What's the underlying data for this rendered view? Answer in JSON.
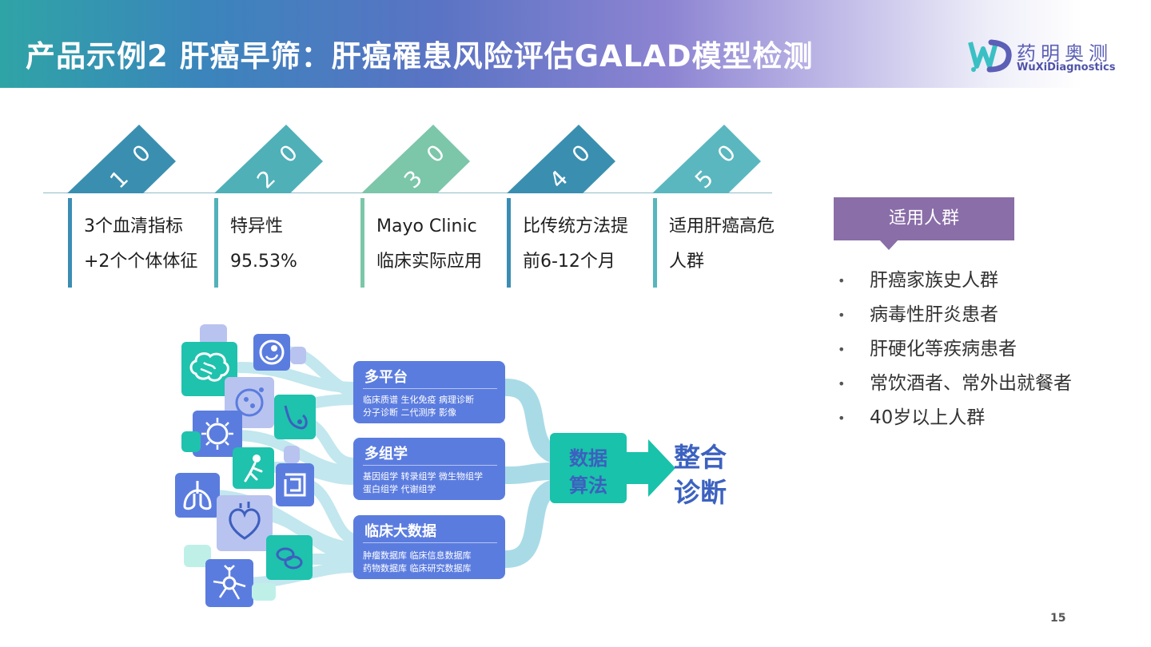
{
  "header": {
    "title": "产品示例2 肝癌早筛：肝癌罹患风险评估GALAD模型检测"
  },
  "logo": {
    "name_cn": "药明奥测",
    "name_en": "WuXiDiagnostics",
    "icon": "wd-logo-icon"
  },
  "tabs": [
    {
      "d1": "0",
      "d2": "1",
      "color": "#3a8fb0"
    },
    {
      "d1": "0",
      "d2": "2",
      "color": "#4fb0b8"
    },
    {
      "d1": "0",
      "d2": "3",
      "color": "#7cc6aa"
    },
    {
      "d1": "0",
      "d2": "4",
      "color": "#3a8fb0"
    },
    {
      "d1": "0",
      "d2": "5",
      "color": "#5ab7bf"
    }
  ],
  "features": [
    {
      "line1": "3个血清指标",
      "line2": "+2个个体体征",
      "bar_color": "#3b8db3"
    },
    {
      "line1": "特异性",
      "line2": "95.53%",
      "bar_color": "#52b1b9"
    },
    {
      "line1": "Mayo Clinic",
      "line2": "临床实际应用",
      "bar_color": "#7cc6aa"
    },
    {
      "line1": "比传统方法提",
      "line2": "前6-12个月",
      "bar_color": "#3b8db3"
    },
    {
      "line1": "适用肝癌高危",
      "line2": "人群",
      "bar_color": "#57b6bd"
    }
  ],
  "target": {
    "heading": "适用人群",
    "bullet": "•",
    "items": [
      "肝癌家族史人群",
      "病毒性肝炎患者",
      "肝硬化等疾病患者",
      "常饮酒者、常外出就餐者",
      "40岁以上人群"
    ]
  },
  "diagram": {
    "groups": [
      {
        "title": "多平台",
        "line1": "临床质谱   生化免疫   病理诊断",
        "line2": "分子诊断   二代测序   影像"
      },
      {
        "title": "多组学",
        "line1": "基因组学  转录组学   微生物组学",
        "line2": "蛋白组学  代谢组学"
      },
      {
        "title": "临床大数据",
        "line1": "肿瘤数据库    临床信息数据库",
        "line2": "药物数据库    临床研究数据库"
      }
    ],
    "algo_line1": "数据",
    "algo_line2": "算法",
    "final_line1": "整合",
    "final_line2": "诊断",
    "icons": [
      "brain-icon",
      "fetus-icon",
      "cell-icon",
      "breast-icon",
      "virus-icon",
      "joint-icon",
      "lungs-icon",
      "intestine-icon",
      "heart-icon",
      "red-blood-cells-icon",
      "neuron-icon"
    ]
  },
  "page_number": "15"
}
